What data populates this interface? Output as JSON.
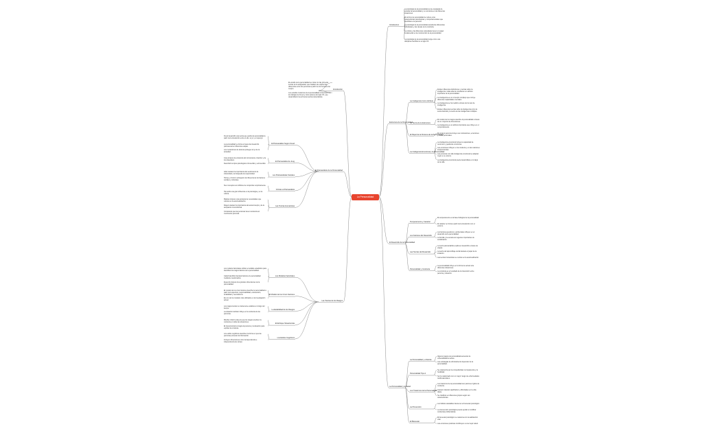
{
  "central": "La Personalidad",
  "colors": {
    "central": "#e8442e",
    "line": "#7a7a7a"
  },
  "right": [
    {
      "title": "Introduccion",
      "notes": [
        "La psicología de la personalidad es la encargada de estudiar la personalidad y su conducta en las diferentes situaciones.",
        "El término de personalidad se refiere a las características psicológicas y comportamentales que identifican a la persona.",
        "La psicología de la personalidad estudia las diferencias individuales y las causas de la conducta.",
        "La cultura y las diferentes sociedades tienen un papel fundamental en la construcción de la personalidad.",
        "La psicología de la personalidad surge como una disciplina científica en el siglo XX."
      ]
    },
    {
      "title": "Estructura de la Personalidad",
      "notes": [],
      "children": [
        {
          "title": "La Inteligencia Como Atributo",
          "notes": [
            "Existen diferentes definiciones y teorías sobre la inteligencia, todas ellas la consideran un atributo importante de la personalidad.",
            "La inteligencia es un concepto complejo que incluye diferentes capacidades mentales.",
            "La inteligencia se ha medido a través de los test de inteligencia.",
            "Existen diferentes teorías sobre la inteligencia como la teoría factorial y la teoría de las inteligencias múltiples."
          ]
        },
        {
          "title": "La Teoría de la Estructura",
          "notes": [
            "El modelo de los rasgos describe la personalidad a través de un conjunto de dimensiones.",
            "La inteligencia es un atributo importante que influye en el comportamiento."
          ]
        },
        {
          "title": "El Papel de la Persona de la Personalidad",
          "notes": [
            "El rol de la persona incluye sus motivaciones, emociones y metas personales."
          ]
        },
        {
          "title": "La Inteligencia Emocional y la Personalidad",
          "notes": [
            "La inteligencia emocional incluye la capacidad de reconocer y gestionar emociones.",
            "Las emociones influyen en la conducta y en las relaciones interpersonales.",
            "Las personas con alta inteligencia emocional se adaptan mejor a su entorno.",
            "La inteligencia emocional puede desarrollarse a lo largo de la vida."
          ]
        }
      ]
    },
    {
      "title": "El Desarrollo de la Personalidad",
      "notes": [],
      "children": [
        {
          "title": "Temperamento y Carácter",
          "notes": [
            "El temperamento es la base biológica de la personalidad.",
            "El carácter se forma a partir de la interacción con el entorno."
          ]
        },
        {
          "title": "Los Factores del Desarrollo",
          "notes": [
            "Los factores genéticos y ambientales influyen en el desarrollo de la personalidad.",
            "La familia y la escuela son agentes importantes de socialización."
          ]
        },
        {
          "title": "Las Teorías del Desarrollo",
          "notes": [
            "La teoría psicoanalítica explica el desarrollo a través de etapas.",
            "La teoría del aprendizaje social destaca el papel de la imitación.",
            "Las teorías humanistas se centran en la autorrealización."
          ]
        },
        {
          "title": "Personalidad y Conducta",
          "notes": [
            "La personalidad influye en la forma de actuar ante diferentes situaciones.",
            "La conducta es el resultado de la interacción entre persona y situación."
          ]
        }
      ]
    },
    {
      "title": "La Personalidad y la Salud",
      "notes": [],
      "children": [
        {
          "title": "La Personalidad y el Estrés",
          "notes": [
            "Algunos rasgos de personalidad aumentan la vulnerabilidad al estrés.",
            "Las estrategias de afrontamiento dependen de la personalidad."
          ]
        },
        {
          "title": "Personalidad Tipo A",
          "notes": [
            "Se caracteriza por la competitividad, la impaciencia y la hostilidad.",
            "Se ha relacionado con un mayor riesgo de enfermedades cardiovasculares."
          ]
        },
        {
          "title": "Los Trastornos de la Personalidad",
          "notes": [
            "Los trastornos de la personalidad son patrones rígidos de conducta.",
            "Causan malestar significativo y dificultades en la vida diaria.",
            "Se clasifican en diferentes grupos según sus características."
          ]
        },
        {
          "title": "La Prevención",
          "notes": [
            "Los hábitos saludables favorecen el bienestar psicológico.",
            "La intervención psicológica puede ayudar a modificar conductas problemáticas."
          ]
        },
        {
          "title": "El Bienestar",
          "notes": [
            "El bienestar psicológico se relaciona con la satisfacción vital.",
            "Las emociones positivas contribuyen a una mejor salud."
          ]
        }
      ]
    }
  ],
  "left": [
    {
      "title": "Introducción",
      "notes": [
        "El estudio de la personalidad se inicia con las primeras teorías de la antigüedad, que trataban de explicar las diferencias entre las personas a partir de los humores del cuerpo.",
        "Los estudios modernos de la personalidad comienzan con los trabajos de Freud y otros autores del siglo XX, que desarrollaron las primeras teorías sistemáticas."
      ]
    },
    {
      "title": "El Psicoanálisis de la Personalidad",
      "notes": [],
      "children": [
        {
          "title": "El Psicoanálisis Según Freud",
          "notes": [
            "Freud desarrolló una teoría que explica la personalidad a partir de la interacción entre el ello, el yo y el superyó.",
            "La personalidad se forma a través del desarrollo psicosexual en diferentes etapas.",
            "Los mecanismos de defensa protegen al yo de la ansiedad."
          ]
        },
        {
          "title": "El Psicoanálisis de Jung",
          "notes": [
            "Jung propuso la existencia del inconsciente colectivo y de los arquetipos.",
            "Describió los tipos psicológicos introvertido y extrovertido."
          ]
        },
        {
          "title": "Los Psicoanalistas Sociales",
          "notes": [
            "Adler destacó la importancia del sentimiento de inferioridad y la búsqueda de superioridad.",
            "Horney y Fromm subrayaron la influencia de los factores sociales y culturales."
          ]
        },
        {
          "title": "Críticas al Psicoanálisis",
          "notes": [
            "Sus conceptos son difíciles de comprobar empíricamente.",
            "Ha tenido una gran influencia en la psicología y en la cultura."
          ]
        },
        {
          "title": "Las Teorías Humanistas",
          "notes": [
            "Maslow propuso una jerarquía de necesidades que culmina en la autorrealización.",
            "Rogers destacó la importancia del autoconcepto y de la aceptación incondicional.",
            "Consideran que las personas tienen tendencia al crecimiento personal."
          ]
        }
      ]
    },
    {
      "title": "Las Teorías de los Rasgos",
      "notes": [],
      "children": [
        {
          "title": "Los Modelos Factoriales",
          "notes": [
            "Los modelos factoriales utilizan el análisis estadístico para identificar los rasgos básicos de la personalidad.",
            "Cattell identificó dieciséis factores de personalidad mediante cuestionarios.",
            "Eysenck propuso tres grandes dimensiones de la personalidad."
          ]
        },
        {
          "title": "El Modelo de los Cinco Factores",
          "notes": [
            "El modelo de los cinco factores describe la personalidad a partir de la apertura, responsabilidad, extraversión, amabilidad y neuroticismo.",
            "Es uno de los modelos más utilizados en la investigación actual."
          ]
        },
        {
          "title": "La Estabilidad de los Rasgos",
          "notes": [
            "Los rasgos tienden a mantenerse estables a lo largo del tiempo.",
            "La situación también influye en la conducta de las personas."
          ]
        },
        {
          "title": "El Enfoque Situacionista",
          "notes": [
            "Mischel criticó la idea de que los rasgos predicen la conducta en todas las situaciones.",
            "El interaccionismo integra la persona y la situación para explicar la conducta."
          ]
        },
        {
          "title": "Los Estilos Cognitivos",
          "notes": [
            "Los estilos cognitivos describen la forma en que las personas procesan la información.",
            "Incluyen dimensiones como la dependencia e independencia de campo."
          ]
        }
      ]
    }
  ]
}
